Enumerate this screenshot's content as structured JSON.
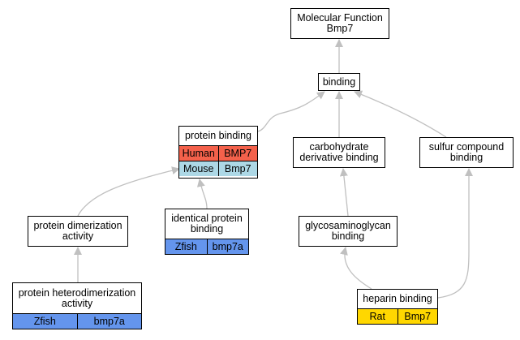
{
  "nodes": {
    "molecular_function": {
      "lines": [
        "Molecular Function",
        "Bmp7"
      ],
      "annotations": []
    },
    "binding": {
      "lines": [
        "binding"
      ],
      "annotations": []
    },
    "protein_binding": {
      "lines": [
        "protein binding"
      ],
      "annotations": [
        {
          "species": "Human",
          "gene": "BMP7",
          "color": "#f4614b"
        },
        {
          "species": "Mouse",
          "gene": "Bmp7",
          "color": "#add8e6"
        }
      ]
    },
    "carbohydrate_derivative_binding": {
      "lines": [
        "carbohydrate",
        "derivative binding"
      ],
      "annotations": []
    },
    "sulfur_compound_binding": {
      "lines": [
        "sulfur compound",
        "binding"
      ],
      "annotations": []
    },
    "protein_dimerization_activity": {
      "lines": [
        "protein dimerization",
        "activity"
      ],
      "annotations": []
    },
    "identical_protein_binding": {
      "lines": [
        "identical protein",
        "binding"
      ],
      "annotations": [
        {
          "species": "Zfish",
          "gene": "bmp7a",
          "color": "#6495ed"
        }
      ]
    },
    "glycosaminoglycan_binding": {
      "lines": [
        "glycosaminoglycan",
        "binding"
      ],
      "annotations": []
    },
    "protein_heterodimerization_activity": {
      "lines": [
        "protein heterodimerization",
        "activity"
      ],
      "annotations": [
        {
          "species": "Zfish",
          "gene": "bmp7a",
          "color": "#6495ed"
        }
      ]
    },
    "heparin_binding": {
      "lines": [
        "heparin binding"
      ],
      "annotations": [
        {
          "species": "Rat",
          "gene": "Bmp7",
          "color": "#ffd700"
        }
      ]
    }
  },
  "edges": [
    {
      "from": "binding",
      "to": "molecular_function"
    },
    {
      "from": "protein_binding",
      "to": "binding"
    },
    {
      "from": "carbohydrate_derivative_binding",
      "to": "binding"
    },
    {
      "from": "sulfur_compound_binding",
      "to": "binding"
    },
    {
      "from": "protein_dimerization_activity",
      "to": "protein_binding"
    },
    {
      "from": "identical_protein_binding",
      "to": "protein_binding"
    },
    {
      "from": "glycosaminoglycan_binding",
      "to": "carbohydrate_derivative_binding"
    },
    {
      "from": "protein_heterodimerization_activity",
      "to": "protein_dimerization_activity"
    },
    {
      "from": "heparin_binding",
      "to": "glycosaminoglycan_binding"
    },
    {
      "from": "heparin_binding",
      "to": "sulfur_compound_binding"
    }
  ],
  "edge_color": "#c0c0c0"
}
